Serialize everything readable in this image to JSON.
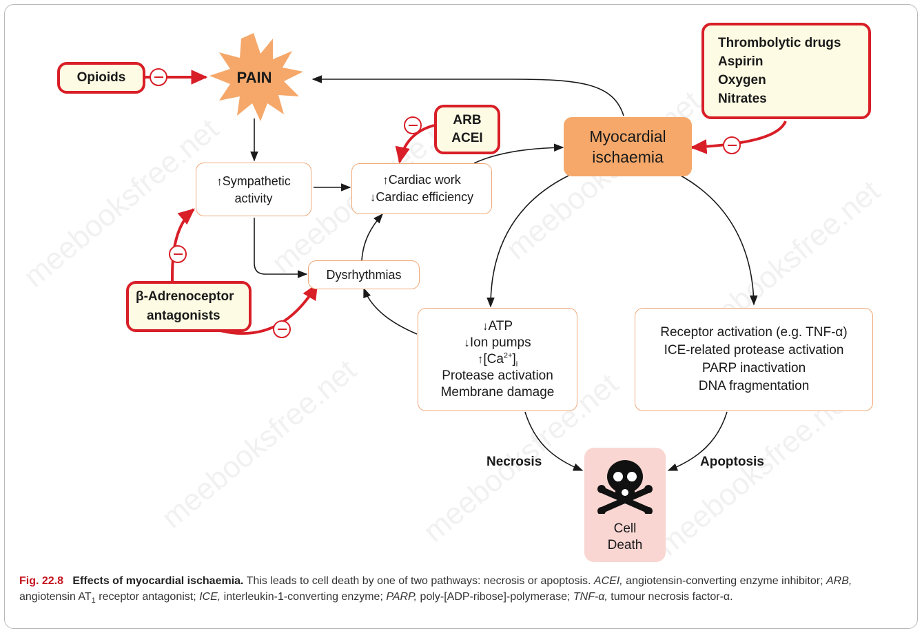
{
  "nodes": {
    "pain": "PAIN",
    "myocardial": [
      "Myocardial",
      "ischaemia"
    ],
    "sympathetic": {
      "line1_arrow": "↑",
      "line1": "Sympathetic",
      "line2": "activity"
    },
    "cardiac": {
      "line1_arrow": "↑",
      "line1": "Cardiac work",
      "line2_arrow": "↓",
      "line2": "Cardiac efficiency"
    },
    "dysrhythmias": "Dysrhythmias",
    "biochem": {
      "atp_arrow": "↓",
      "atp": "ATP",
      "ion_arrow": "↓",
      "ion": "Ion pumps",
      "ca_arrow": "↑",
      "ca_prefix": "[Ca",
      "ca_sup": "2+",
      "ca_suffix": "]",
      "ca_sub": "i",
      "protease": "Protease activation",
      "membrane": "Membrane damage"
    },
    "apoptotic": [
      "Receptor activation (e.g. TNF-α)",
      "ICE-related protease activation",
      "PARP inactivation",
      "DNA fragmentation"
    ],
    "cell_death": [
      "Cell",
      "Death"
    ]
  },
  "drugs": {
    "opioids": "Opioids",
    "arb_acei": [
      "ARB",
      "ACEI"
    ],
    "thrombolytic": [
      "Thrombolytic drugs",
      "Aspirin",
      "Oxygen",
      "Nitrates"
    ],
    "beta": [
      "β-Adrenoceptor",
      "antagonists"
    ]
  },
  "labels": {
    "necrosis": "Necrosis",
    "apoptosis": "Apoptosis"
  },
  "caption": {
    "fig": "Fig. 22.8",
    "title": "Effects of myocardial ischaemia.",
    "t1": " This leads to cell death by one of two pathways: necrosis or apoptosis. ",
    "acei": "ACEI,",
    "t2": " angiotensin-converting enzyme inhibitor; ",
    "arb": "ARB,",
    "t3": " angiotensin AT",
    "t3sub": "1",
    "t4": " receptor antagonist; ",
    "ice": "ICE,",
    "t5": " interleukin-1-converting enzyme; ",
    "parp": "PARP,",
    "t6": " poly-[ADP-ribose]-polymerase; ",
    "tnf": "TNF-α,",
    "t7": " tumour necrosis factor-α."
  },
  "watermark": "meebooksfree.net",
  "colors": {
    "inhibit": "#d81e27",
    "drug_fill": "#fdfbe3",
    "ischaemia_fill": "#f5a86a",
    "death_fill": "#f9d6d2",
    "node_border": "#f0a878"
  }
}
